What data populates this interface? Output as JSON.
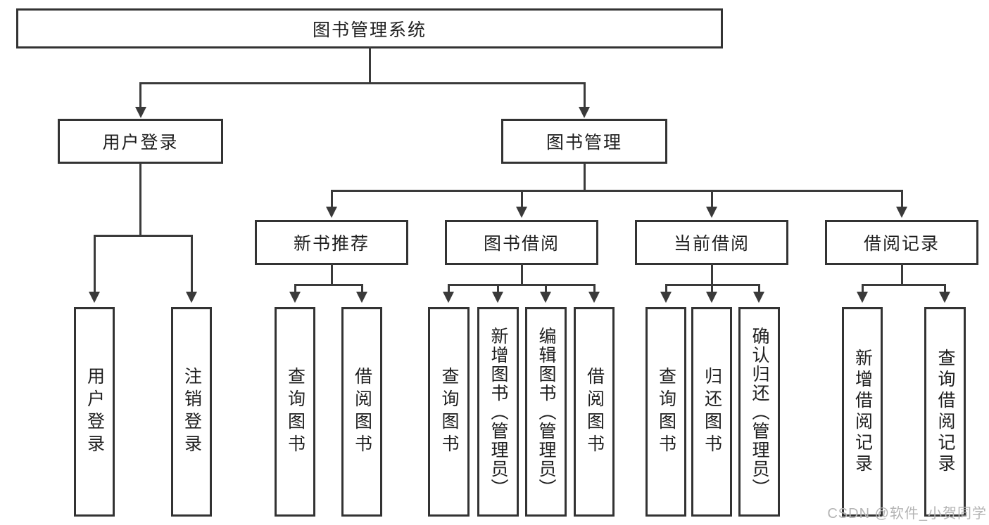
{
  "tree": {
    "root": {
      "label": "图书管理系统"
    },
    "children": [
      {
        "label": "用户登录",
        "children": [
          {
            "label": "用户登录"
          },
          {
            "label": "注销登录"
          }
        ]
      },
      {
        "label": "图书管理",
        "children": [
          {
            "label": "新书推荐",
            "children": [
              {
                "label": "查询图书"
              },
              {
                "label": "借阅图书"
              }
            ]
          },
          {
            "label": "图书借阅",
            "children": [
              {
                "label": "查询图书"
              },
              {
                "label": "新增图书（管理员）"
              },
              {
                "label": "编辑图书（管理员）"
              },
              {
                "label": "借阅图书"
              }
            ]
          },
          {
            "label": "当前借阅",
            "children": [
              {
                "label": "查询图书"
              },
              {
                "label": "归还图书"
              },
              {
                "label": "确认归还（管理员）"
              }
            ]
          },
          {
            "label": "借阅记录",
            "children": [
              {
                "label": "新增借阅记录"
              },
              {
                "label": "查询借阅记录"
              }
            ]
          }
        ]
      }
    ]
  },
  "watermark": {
    "text": "CSDN @软件_小贺同学"
  },
  "colors": {
    "line": "#3a3a3a",
    "box_border": "#333333",
    "text": "#1f1f1f",
    "background": "#ffffff",
    "watermark": "#b4b4b4"
  }
}
